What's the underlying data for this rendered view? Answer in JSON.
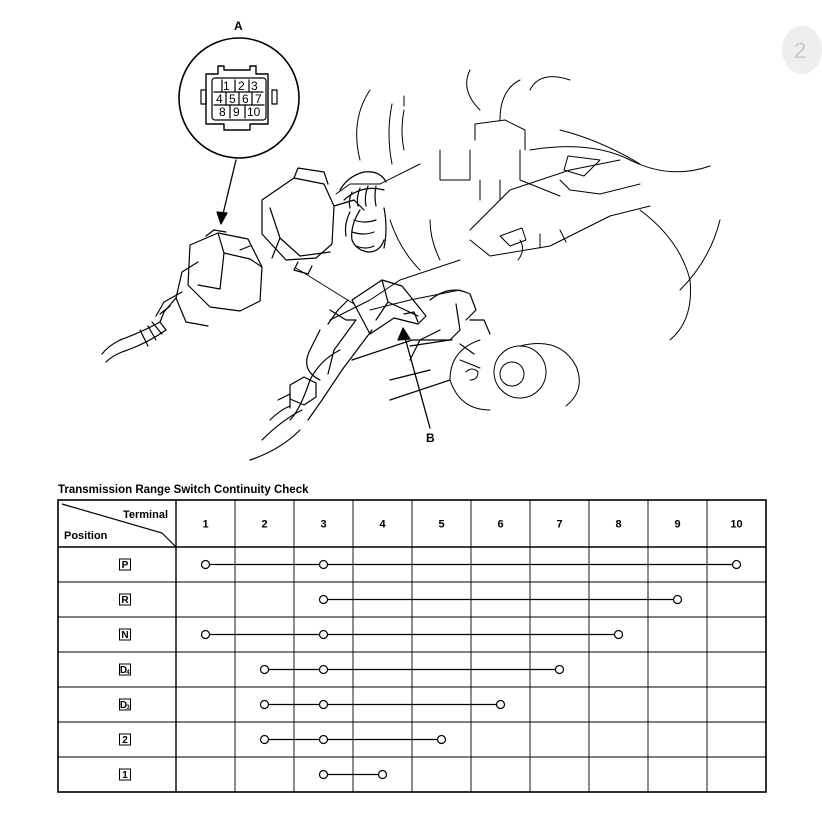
{
  "callouts": {
    "a": "A",
    "b": "B"
  },
  "connector_pins": [
    "1",
    "2",
    "3",
    "4",
    "5",
    "6",
    "7",
    "8",
    "9",
    "10"
  ],
  "table": {
    "title": "Transmission Range Switch Continuity Check",
    "header_terminal": "Terminal",
    "header_position": "Position",
    "columns": [
      "1",
      "2",
      "3",
      "4",
      "5",
      "6",
      "7",
      "8",
      "9",
      "10"
    ],
    "rows": [
      {
        "label": "P",
        "sub": "",
        "terminals": [
          1,
          3,
          10
        ]
      },
      {
        "label": "R",
        "sub": "",
        "terminals": [
          3,
          9
        ]
      },
      {
        "label": "N",
        "sub": "",
        "terminals": [
          1,
          3,
          8
        ]
      },
      {
        "label": "D",
        "sub": "4",
        "terminals": [
          2,
          3,
          7
        ]
      },
      {
        "label": "D",
        "sub": "3",
        "terminals": [
          2,
          3,
          6
        ]
      },
      {
        "label": "2",
        "sub": "",
        "terminals": [
          2,
          3,
          5
        ]
      },
      {
        "label": "1",
        "sub": "",
        "terminals": [
          3,
          4
        ]
      }
    ]
  },
  "corner_glyph": "2"
}
